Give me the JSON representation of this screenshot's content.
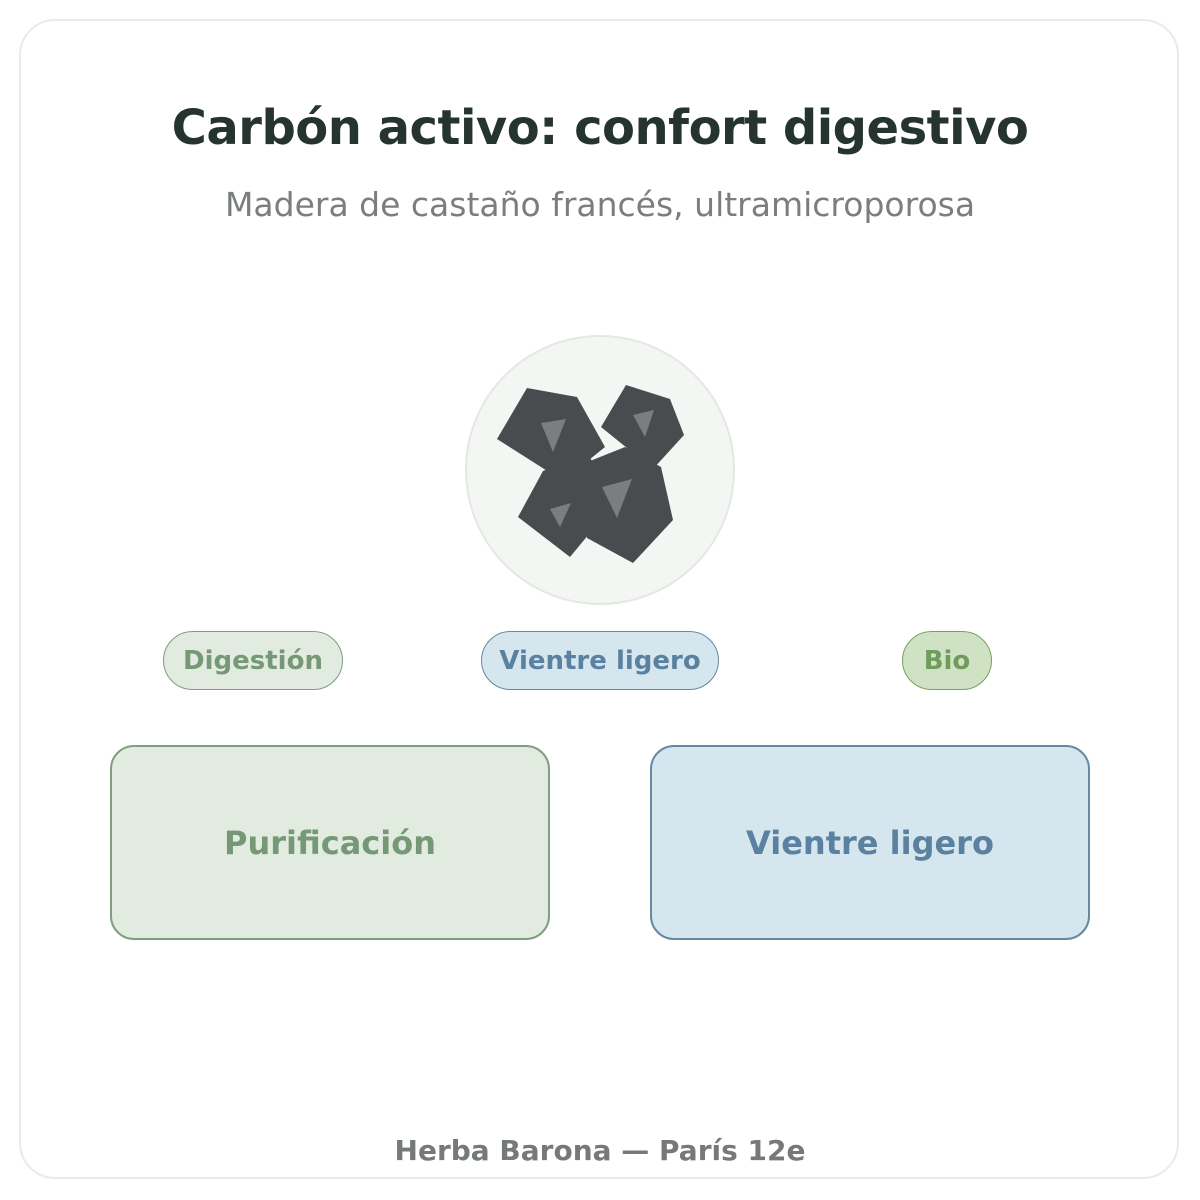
{
  "header": {
    "title": "Carbón activo: confort digestivo",
    "subtitle": "Madera de castaño francés, ultramicroporosa"
  },
  "hero": {
    "icon": "charcoal-pieces-icon"
  },
  "tags": [
    {
      "label": "Digestión"
    },
    {
      "label": "Vientre ligero"
    },
    {
      "label": "Bio"
    }
  ],
  "benefits": [
    {
      "label": "Purificación"
    },
    {
      "label": "Vientre ligero"
    }
  ],
  "footer": {
    "text": "Herba Barona — París 12e"
  },
  "colors": {
    "green_fill": "#e1ebdf",
    "green_stroke": "#7d9c7d",
    "green_text": "#779877",
    "blue_fill": "#d5e6ee",
    "blue_stroke": "#6689a1",
    "blue_text": "#5a82a0",
    "bio_fill": "#cfe2c4",
    "bio_stroke": "#77a063",
    "charcoal": "#4a4b4e",
    "title": "#263430"
  }
}
